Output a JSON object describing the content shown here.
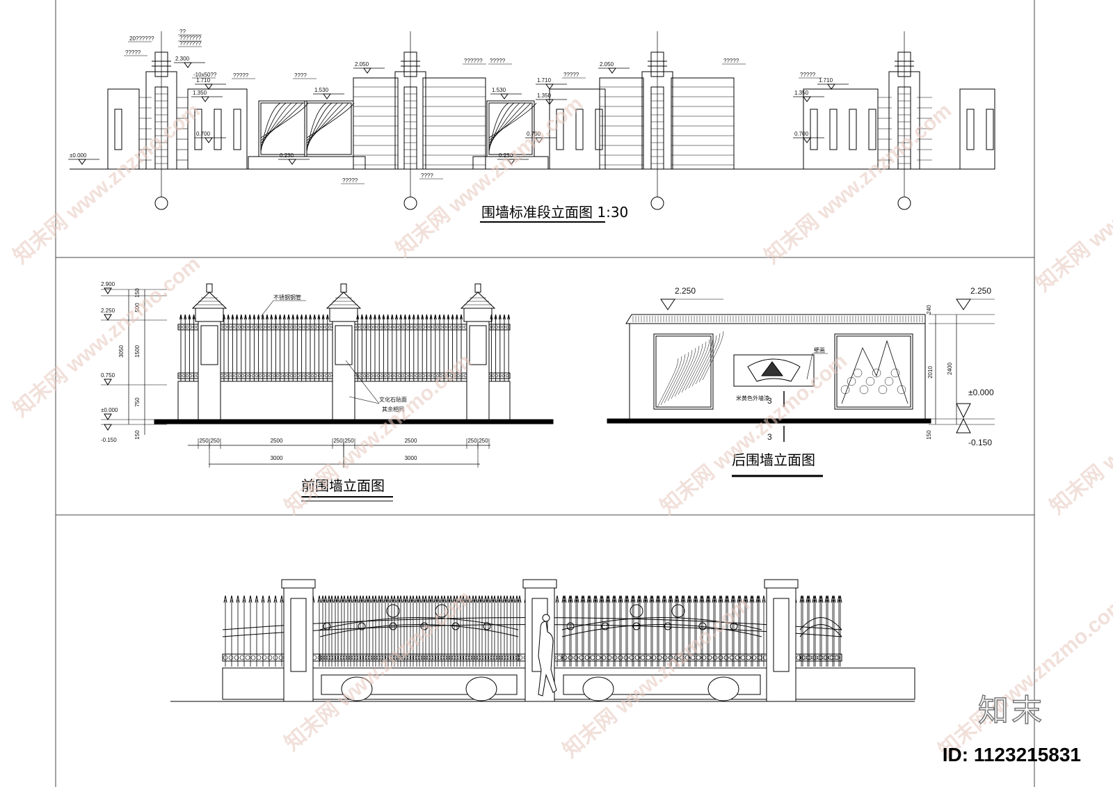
{
  "drawing_1": {
    "title": "围墙标准段立面图 1:30",
    "levels": [
      "2.300",
      "2.050",
      "1.710",
      "1.530",
      "1.350",
      "0.700",
      "0.230",
      "±0.000",
      "2.050",
      "1.710",
      "1.530",
      "1.350",
      "0.700",
      "0.230",
      "1.710",
      "1.350",
      "0.700"
    ],
    "notes": [
      "20??????",
      "??",
      "???????",
      "???????",
      "?????",
      "-10x50??",
      "?????",
      "????",
      "??????",
      "?????",
      "?????",
      "?????",
      "?????",
      "????",
      "?????"
    ]
  },
  "drawing_2": {
    "title": "前围墙立面图",
    "levels": [
      "2.900",
      "2.250",
      "0.750",
      "±0.000",
      "-0.150"
    ],
    "vertical_dims": [
      "150",
      "500",
      "1500",
      "750",
      "150",
      "3050"
    ],
    "horizontal_dims": [
      "250",
      "250",
      "2500",
      "250",
      "250",
      "2500",
      "250",
      "250"
    ],
    "total_dims": [
      "3000",
      "3000"
    ],
    "note_pipe": "不锈钢钢管",
    "note_stone_1": "文化石贴面",
    "note_stone_2": "其余相同"
  },
  "drawing_3": {
    "title": "后围墙立面图",
    "levels": [
      "2.250",
      "2.250",
      "±0.000",
      "-0.150"
    ],
    "dims": [
      "240",
      "2010",
      "2400",
      "150"
    ],
    "section_mark": "3",
    "panel_note": "壁画",
    "panel_caption": "米黄色外墙漆"
  },
  "watermark": "知末网 www.znzmo.com",
  "logo_text": "知末",
  "id_text": "ID: 1123215831"
}
